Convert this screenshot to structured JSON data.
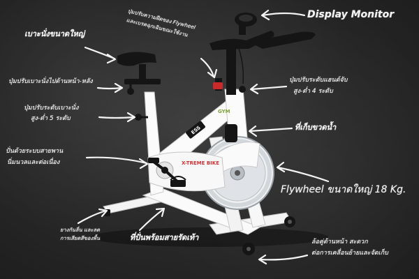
{
  "colors": {
    "board": "#2a2a2a",
    "chalk": "#f3f3f3",
    "frame": "#ffffff",
    "black_parts": "#151515",
    "flywheel_disc": "#cfd6dc",
    "accent_red": "#cc2a2a",
    "accent_green": "#7fa33a"
  },
  "labels": {
    "display_monitor": "Display Monitor",
    "seat": "เบาะนั่งขนาดใหญ่",
    "seat_slide": "ปุ่มปรับเบาะนั่งไปด้านหน้า-หลัง",
    "seat_height_1": "ปุ่มปรับระดับเบาะนั่ง",
    "seat_height_2": "สูง-ต่ำ 5 ระดับ",
    "tension_1": "ปุ่มปรับความฝืดของ Flywheel",
    "tension_2": "และเบรคฉุกเฉินขณะใช้งาน",
    "handlebar_1": "ปุ่มปรับระดับแฮนด์จับ",
    "handlebar_2": "สูง-ต่ำ 4 ระดับ",
    "bottle": "ที่เก็บขวดน้ำ",
    "belt_1": "ปั่นด้วยระบบสายพาน",
    "belt_2": "นิ่มนวลและต่อเนื่อง",
    "flywheel": "Flywheel ขนาดใหญ่ 18 Kg.",
    "stabilizer_1": "ยางกันลื่น และลด",
    "stabilizer_2": "การเสียดสีของพื้น",
    "pedal": "ที่ปั่นพร้อมสายรัดเท้า",
    "wheels_1": "ล้อคู่ด้านหน้า สะดวก",
    "wheels_2": "ต่อการเคลื่อนย้ายและจัดเก็บ"
  },
  "bike": {
    "decal_brand": "ESS",
    "decal_model": "X-TREME BIKE",
    "decal_green": "GYM"
  }
}
